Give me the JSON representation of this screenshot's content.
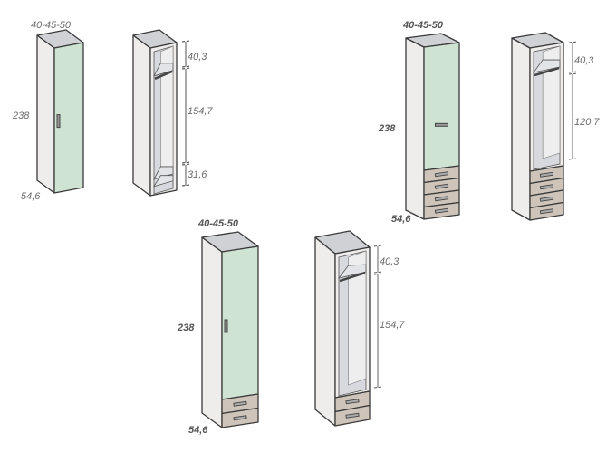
{
  "diagram": {
    "colors": {
      "outline": "#3a3a3a",
      "side": "#efedeb",
      "top": "#cfd1d5",
      "door": "#cfe3d3",
      "drawer": "#cec4b9",
      "interior": "#d7d9de"
    },
    "units": [
      {
        "name": "wardrobe-1-door-closed",
        "width_label": "40-45-50",
        "height_label": "238",
        "depth_label": "54,6",
        "drawers": 0
      },
      {
        "name": "wardrobe-1-door-open",
        "dimensions": [
          "40,3",
          "154,7",
          "31,6"
        ],
        "drawers": 0
      },
      {
        "name": "wardrobe-4-drawers-closed",
        "width_label": "40-45-50",
        "height_label": "238",
        "depth_label": "54,6",
        "drawers": 4
      },
      {
        "name": "wardrobe-4-drawers-open",
        "dimensions": [
          "40,3",
          "120,7"
        ],
        "drawers": 4
      },
      {
        "name": "wardrobe-2-drawers-closed",
        "width_label": "40-45-50",
        "height_label": "238",
        "depth_label": "54,6",
        "drawers": 2
      },
      {
        "name": "wardrobe-2-drawers-open",
        "dimensions": [
          "40,3",
          "154,7"
        ],
        "drawers": 2
      }
    ]
  }
}
